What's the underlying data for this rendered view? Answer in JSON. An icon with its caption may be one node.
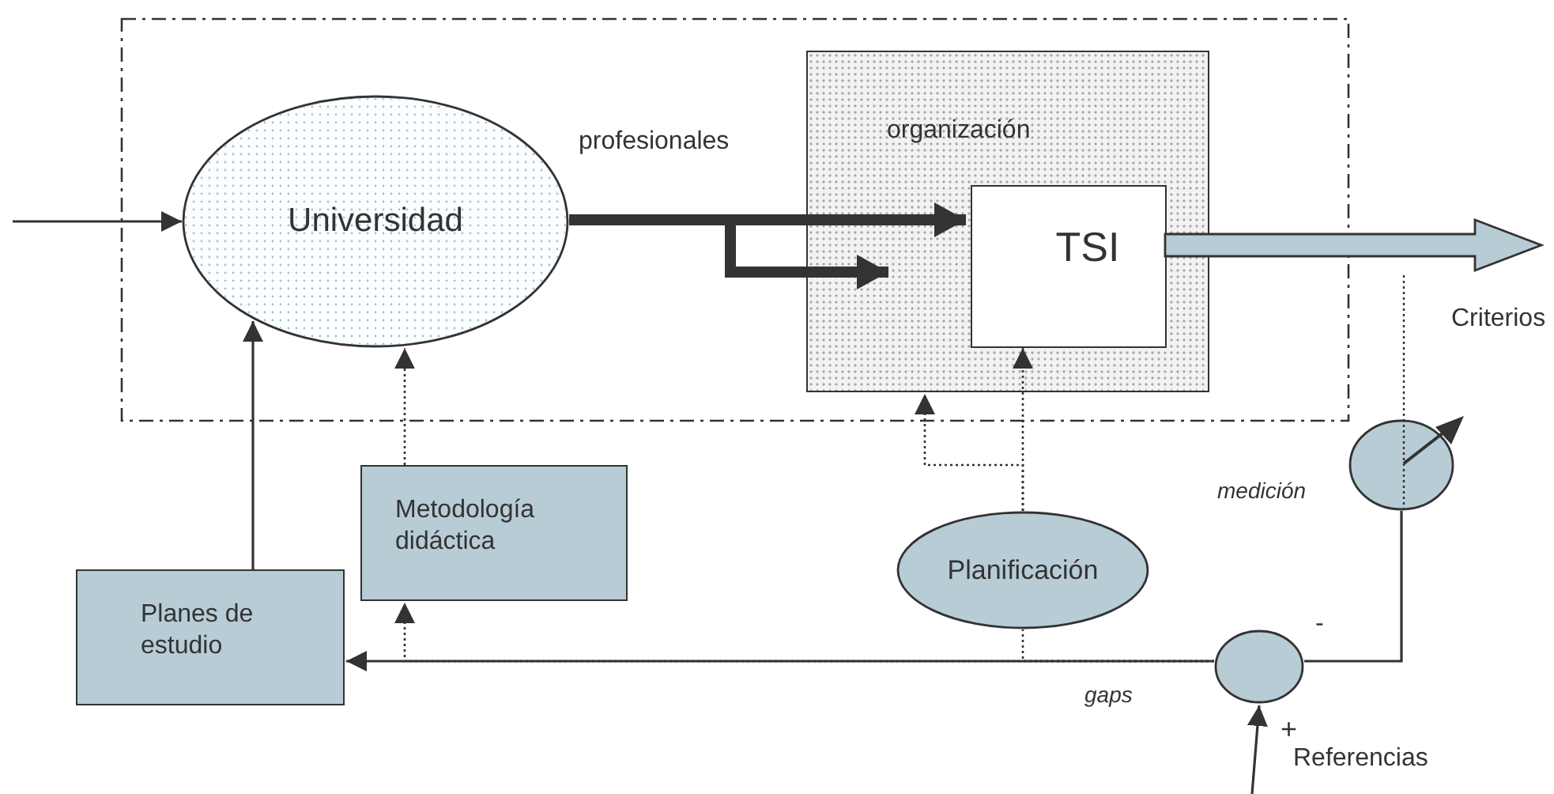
{
  "diagram": {
    "nodes": [
      {
        "text": [],
        "shape": "box"
      },
      {
        "text": [
          "Universidad"
        ],
        "in": 0
      },
      {
        "text": [
          "organización"
        ],
        "in": 0
      },
      {
        "text": [
          "TSI"
        ],
        "in": 2
      },
      {
        "text": [
          "Metodología didáctica"
        ]
      },
      {
        "text": [
          "Planes de estudio"
        ]
      },
      {
        "text": [
          "Planificación"
        ]
      },
      {
        "text": [],
        "shape": "circle"
      },
      {
        "text": [],
        "shape": "circle",
        "beside": [
          "medición"
        ]
      }
    ],
    "edges": [
      {
        "from": null,
        "to": 1,
        "arrow": "to"
      },
      {
        "from": 1,
        "to": 3,
        "arrow": "to",
        "label": "profesionales",
        "style": "thick"
      },
      {
        "from": 1,
        "to": 2,
        "arrow": "to",
        "style": "thick"
      },
      {
        "from": 3,
        "to": null,
        "arrow": "to",
        "style": "thick",
        "color": "#b8ccd6"
      },
      {
        "from": 5,
        "to": 1,
        "arrow": "to"
      },
      {
        "from": 4,
        "to": 1,
        "arrow": "to",
        "style": "dashed"
      },
      {
        "from": 6,
        "to": 2,
        "arrow": "to",
        "style": "dashed"
      },
      {
        "from": 6,
        "to": 3,
        "arrow": "to",
        "style": "dashed"
      },
      {
        "from": 7,
        "to": 5,
        "arrow": "to",
        "label": "gaps"
      },
      {
        "from": 7,
        "to": 4,
        "arrow": "to",
        "style": "dashed"
      },
      {
        "from": 7,
        "to": 6,
        "arrow": "none",
        "style": "dashed"
      },
      {
        "from": 8,
        "to": 7,
        "arrow": "none"
      },
      {
        "from": null,
        "to": 7,
        "arrow": "to"
      }
    ],
    "labels": [
      "Criterios",
      "-",
      "+",
      "Referencias"
    ]
  }
}
